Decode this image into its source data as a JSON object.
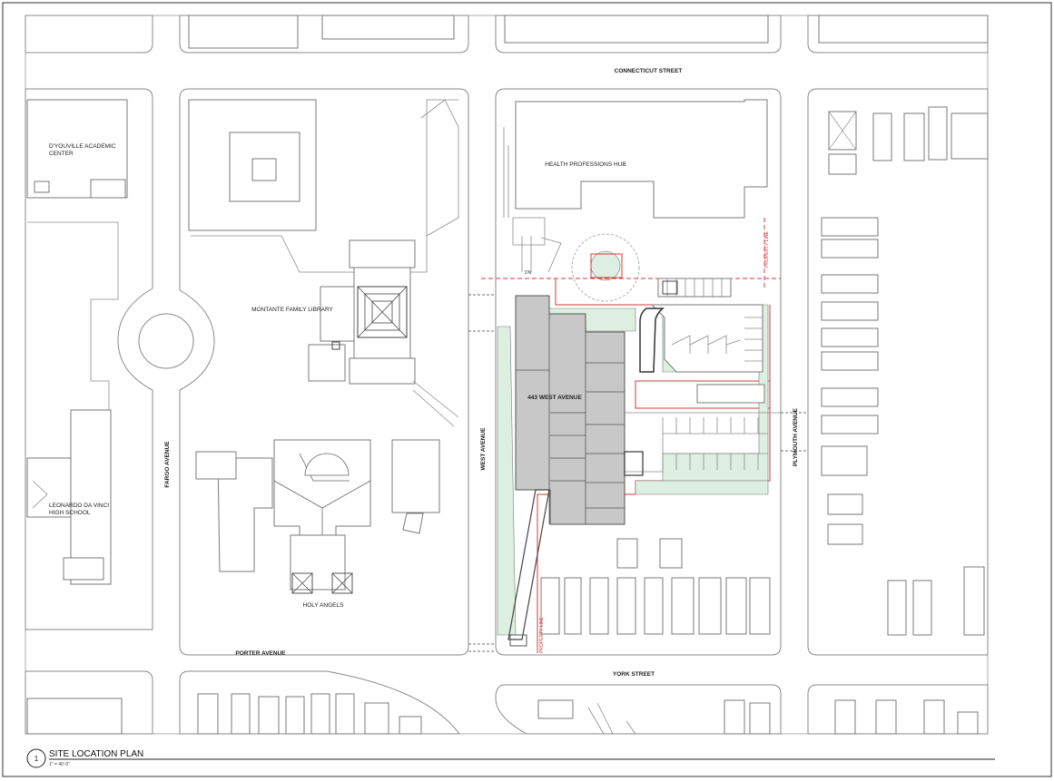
{
  "streets": {
    "connecticut": "CONNECTICUT STREET",
    "porter": "PORTER AVENUE",
    "york": "YORK STREET",
    "fargo": "FARGO AVENUE",
    "west": "WEST AVENUE",
    "plymouth": "PLYMOUTH AVENUE"
  },
  "buildings": {
    "dyouville": "D'YOUVILLE ACADEMIC CENTER",
    "dyouville_line1": "D'YOUVILLE ACADEMIC",
    "dyouville_line2": "CENTER",
    "health_hub": "HEALTH PROFESSIONS HUB",
    "montante": "MONTANTE FAMILY LIBRARY",
    "holy_angels": "HOLY ANGELS",
    "davinci_line1": "LEONARDO DA VINCI",
    "davinci_line2": "HIGH SCHOOL",
    "site": "443 WEST AVENUE"
  },
  "annotations": {
    "property_line": "PROPERTY LINE",
    "dn": "DN"
  },
  "title_block": {
    "number": "1",
    "title": "SITE LOCATION PLAN",
    "scale": "1\" = 40'-0\""
  },
  "colors": {
    "proposed_building": "#c8c8c8",
    "landscape": "#dcefe2",
    "property_line": "#d33a3a",
    "linework": "#8a8a8a"
  }
}
